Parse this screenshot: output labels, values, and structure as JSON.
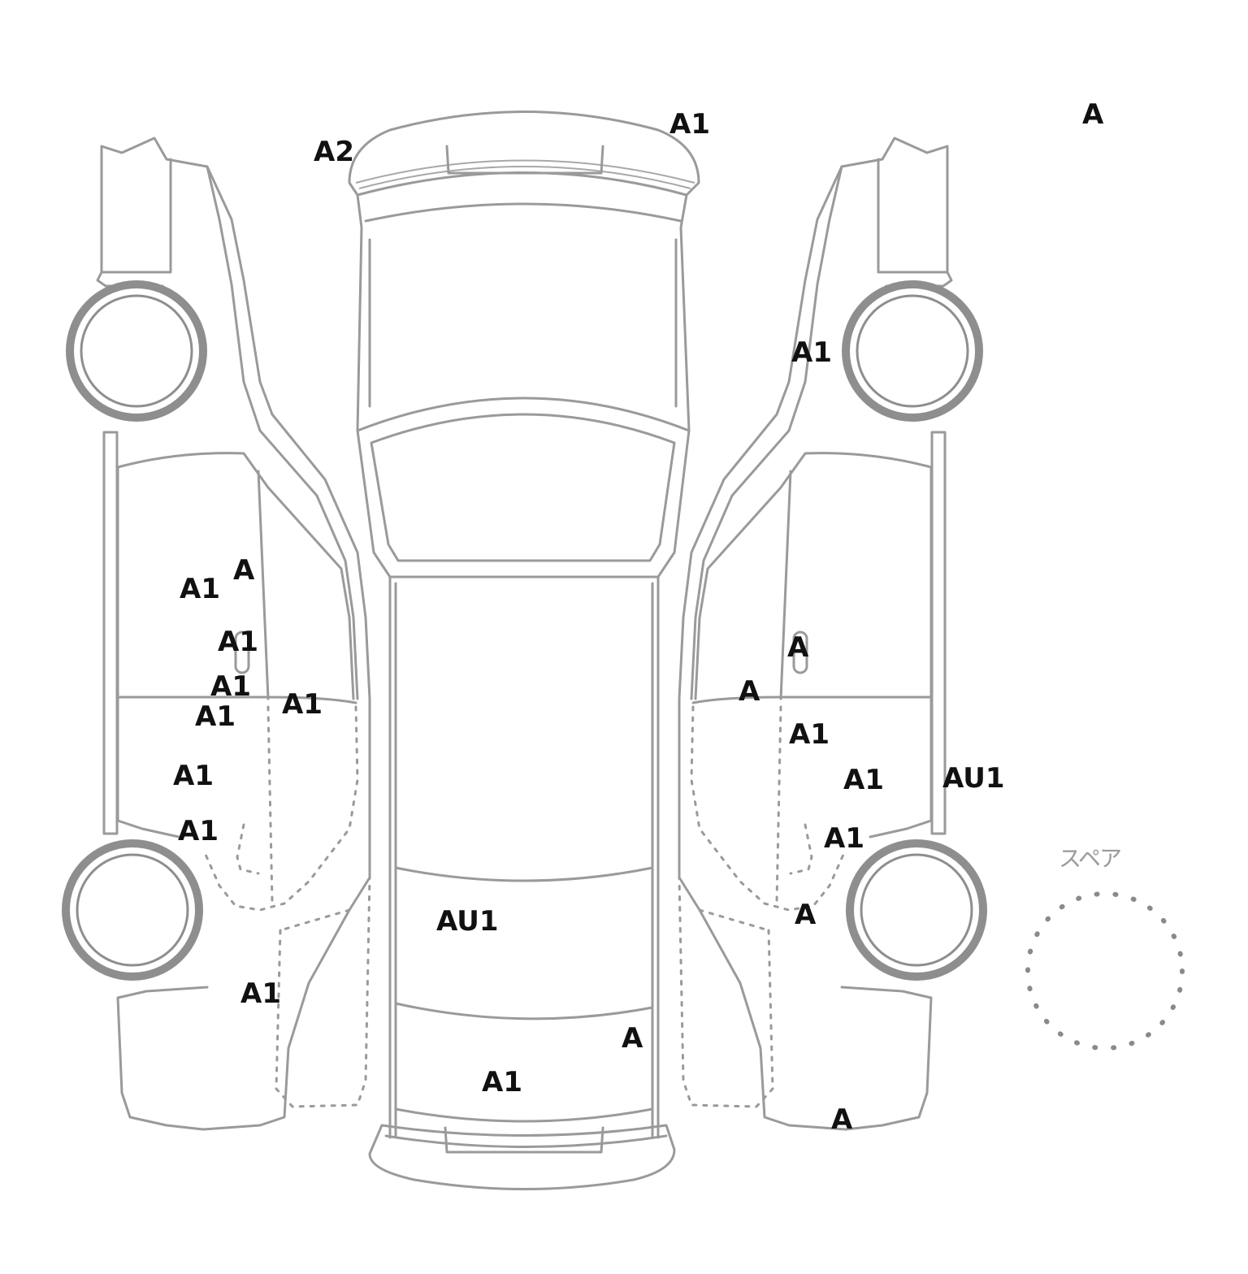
{
  "legend": {
    "spare_label": "スペア"
  },
  "marks": [
    {
      "id": "rear-glass-left",
      "code": "A2"
    },
    {
      "id": "rear-bumper-right",
      "code": "A1"
    },
    {
      "id": "top-right-corner",
      "code": "A"
    },
    {
      "id": "right-fender",
      "code": "A1"
    },
    {
      "id": "left-rear-door-upper",
      "code": "A"
    },
    {
      "id": "left-rear-door-a1",
      "code": "A1"
    },
    {
      "id": "left-rear-handle",
      "code": "A1"
    },
    {
      "id": "left-door-seam",
      "code": "A1"
    },
    {
      "id": "left-door-seam-2",
      "code": "A1"
    },
    {
      "id": "left-door-seam-right",
      "code": "A1"
    },
    {
      "id": "left-front-door",
      "code": "A1"
    },
    {
      "id": "left-rocker",
      "code": "A1"
    },
    {
      "id": "left-front-fender",
      "code": "A1"
    },
    {
      "id": "right-rear-handle",
      "code": "A"
    },
    {
      "id": "right-door-seam",
      "code": "A"
    },
    {
      "id": "right-front-door",
      "code": "A1"
    },
    {
      "id": "right-front-door-2",
      "code": "A1"
    },
    {
      "id": "right-step",
      "code": "AU1"
    },
    {
      "id": "right-rocker",
      "code": "A1"
    },
    {
      "id": "right-front-wheel-arch",
      "code": "A"
    },
    {
      "id": "right-front-bumper",
      "code": "A"
    },
    {
      "id": "roof",
      "code": "AU1"
    },
    {
      "id": "hood-right",
      "code": "A"
    },
    {
      "id": "hood",
      "code": "A1"
    }
  ]
}
